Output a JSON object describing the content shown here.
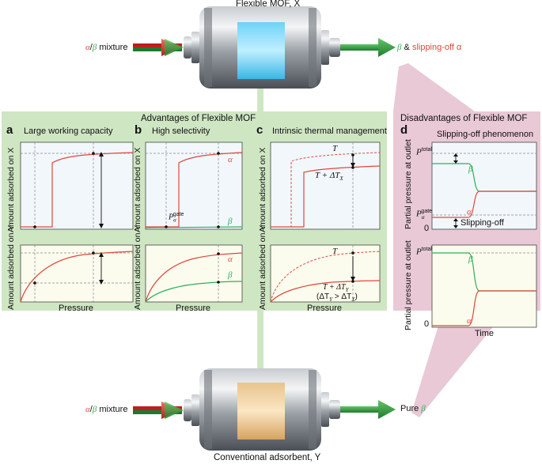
{
  "top": {
    "title": "Flexible MOF, X",
    "input_label": {
      "alpha": "α",
      "slash": "/",
      "beta": "β",
      "rest": " mixture"
    },
    "output_label": {
      "beta": "β",
      "amp": " & ",
      "rest": "slipping-off α"
    }
  },
  "bottom": {
    "title": "Conventional adsorbent, Y",
    "input_label": {
      "alpha": "α",
      "slash": "/",
      "beta": "β",
      "rest": " mixture"
    },
    "output_label": {
      "rest": "Pure ",
      "beta": "β"
    }
  },
  "advantages": {
    "header": "Advantages of Flexible MOF",
    "panels": [
      {
        "letter": "a",
        "title": "Large working capacity"
      },
      {
        "letter": "b",
        "title": "High selectivity"
      },
      {
        "letter": "c",
        "title": "Intrinsic thermal management"
      }
    ],
    "ylabel_top": "Amount adsorbed on X",
    "ylabel_bottom": "Amount adsorbed on Y",
    "xlabel": "Pressure",
    "annotations": {
      "p_gate": "P",
      "p_gate_sub": "α",
      "p_gate_sup": "gate",
      "alpha": "α",
      "beta": "β",
      "T": "T",
      "T_plus_dTx": "T + ΔT",
      "T_plus_dTx_sub": "X",
      "T_plus_dTy": "T + ΔT",
      "T_plus_dTy_sub": "Y",
      "dT_compare": "(ΔT",
      "dT_compare_mid": " > ΔT",
      "dT_compare_end": ")",
      "Y": "Y",
      "X": "X"
    }
  },
  "disadvantages": {
    "header": "Disadvantages of Flexible MOF",
    "panel": {
      "letter": "d",
      "title": "Slipping-off phenomenon"
    },
    "ylabel": "Partial pressure at outlet",
    "xlabel": "Time",
    "annotations": {
      "p_total": "P",
      "p_total_sup": "total",
      "p_gate": "P",
      "p_gate_sub": "α",
      "p_gate_sup": "gate",
      "zero": "0",
      "slipping": "Slipping-off",
      "alpha": "α",
      "beta": "β"
    }
  },
  "colors": {
    "green_panel": "#cfe6c3",
    "pink_panel": "#e9c9d6",
    "plot_bg_top": "#f2f7fc",
    "plot_bg_bottom": "#fbfcee",
    "alpha_red": "#e0483c",
    "beta_green": "#2fb05a"
  }
}
